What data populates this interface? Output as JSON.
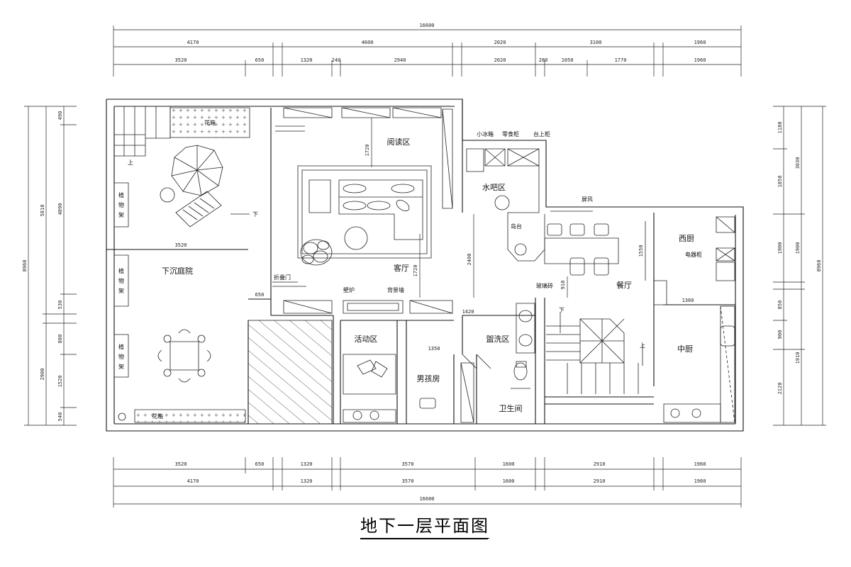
{
  "title": "地下一层平面图",
  "dimensions": {
    "top_total": "16600",
    "top_row1": [
      "4170",
      "4600",
      "2020",
      "3100",
      "1960"
    ],
    "top_row2": [
      "3520",
      "650",
      "1320",
      "240",
      "2940",
      "2020",
      "280",
      "1050",
      "1770",
      "1960"
    ],
    "bottom_row1": [
      "3520",
      "650",
      "1320",
      "3570",
      "1600",
      "2910",
      "1960"
    ],
    "bottom_row2": [
      "4170",
      "1320",
      "3570",
      "1600",
      "2910",
      "1960"
    ],
    "bottom_total": "16600",
    "left_outer": [
      "5810",
      "2900"
    ],
    "left_total": "8960",
    "left_inner": [
      "490",
      "4890",
      "530",
      "880",
      "1520",
      "540"
    ],
    "right_outer": [
      "1180",
      "1850",
      "1900",
      "850",
      "900",
      "2120"
    ],
    "right_mid": [
      "3030",
      "1900",
      "1910"
    ],
    "right_total": "8960",
    "interior": [
      "3520",
      "650",
      "1720",
      "2400",
      "1720",
      "1420",
      "1350",
      "1360",
      "1550",
      "910"
    ]
  },
  "rooms": {
    "sunken_courtyard": "下沉庭院",
    "reading_area": "阅读区",
    "water_bar": "水吧区",
    "living_room": "客厅",
    "dining_room": "餐厅",
    "western_kitchen": "西厨",
    "chinese_kitchen": "中厨",
    "activity_area": "活动区",
    "wash_area": "盥洗区",
    "boys_room": "男孩房",
    "bathroom": "卫生间"
  },
  "labels": {
    "plant_shelf": [
      "植",
      "物",
      "架"
    ],
    "up": "上",
    "down": "下",
    "trellis": "花箱",
    "flower_box": "花箱",
    "small_fridge": "小冰箱",
    "snack_cabinet": "零食柜",
    "counter_cabinet": "台上柜",
    "island": "岛台",
    "screen": "屏风",
    "appliance_cabinet": "电器柜",
    "folding_door": "折叠门",
    "fireplace": "壁炉",
    "tv_wall": "背景墙",
    "glass_brick": "玻璃砖"
  }
}
